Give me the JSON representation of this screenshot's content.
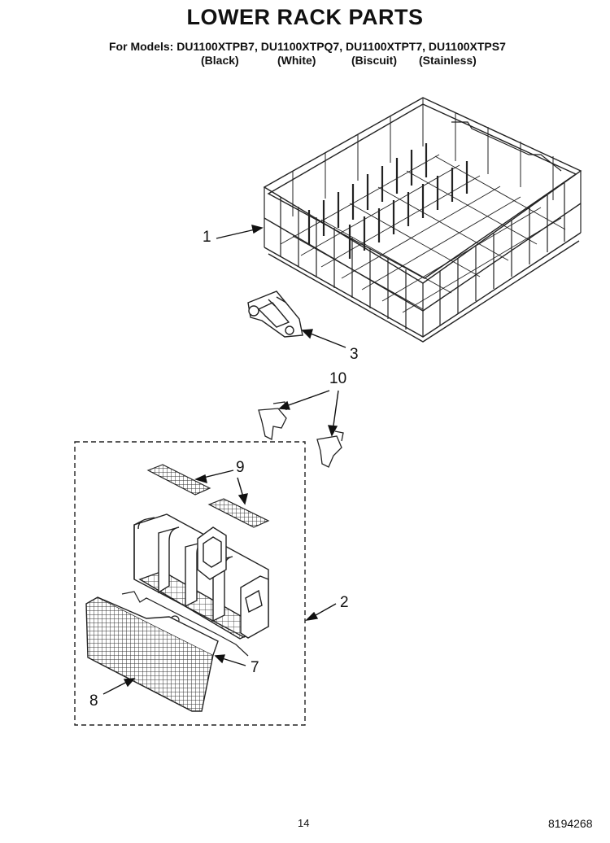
{
  "header": {
    "title": "LOWER RACK PARTS",
    "models_line": "For Models: DU1100XTPB7, DU1100XTPQ7, DU1100XTPT7, DU1100XTPS7",
    "variants": [
      "(Black)",
      "(White)",
      "(Biscuit)",
      "(Stainless)"
    ]
  },
  "callouts": [
    "1",
    "3",
    "10",
    "9",
    "2",
    "7",
    "8"
  ],
  "footer": {
    "page_number": "14",
    "document_number": "8194268"
  }
}
